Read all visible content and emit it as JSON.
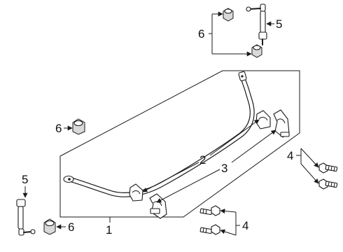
{
  "diagram": {
    "callouts": {
      "c1": "1",
      "c2": "2",
      "c3": "3",
      "c4_top": "4",
      "c4_bottom": "4",
      "c5_top": "5",
      "c5_left": "5",
      "c6_top": "6",
      "c6_mid": "6",
      "c6_bottom": "6"
    },
    "colors": {
      "line": "#1a1a1a",
      "background": "#ffffff"
    }
  }
}
